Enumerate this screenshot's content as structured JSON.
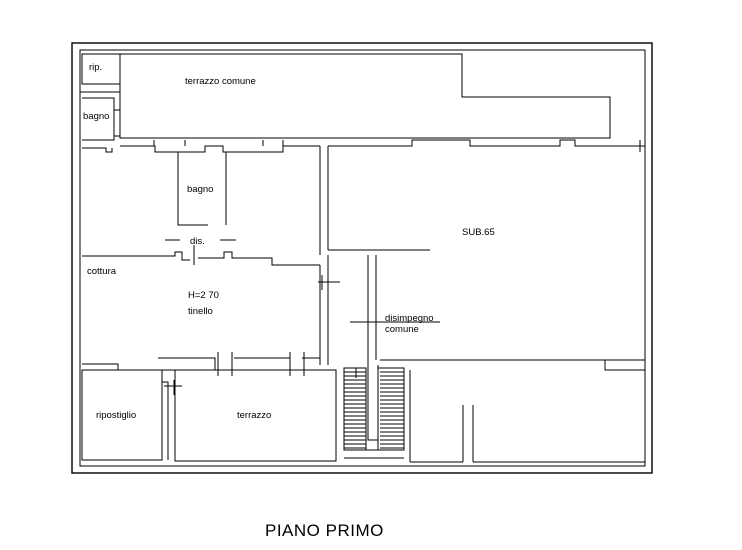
{
  "plan": {
    "title": "PIANO PRIMO",
    "rooms": {
      "rip": "rip.",
      "terrazzo_comune": "terrazzo comune",
      "bagno_small": "bagno",
      "bagno": "bagno",
      "dis": "dis.",
      "cottura": "cottura",
      "height": "H=2 70",
      "tinello": "tinello",
      "sub": "SUB.65",
      "disimpegno_1": "disimpegno",
      "disimpegno_2": "comune",
      "ripostiglio": "ripostiglio",
      "terrazzo": "terrazzo"
    }
  }
}
